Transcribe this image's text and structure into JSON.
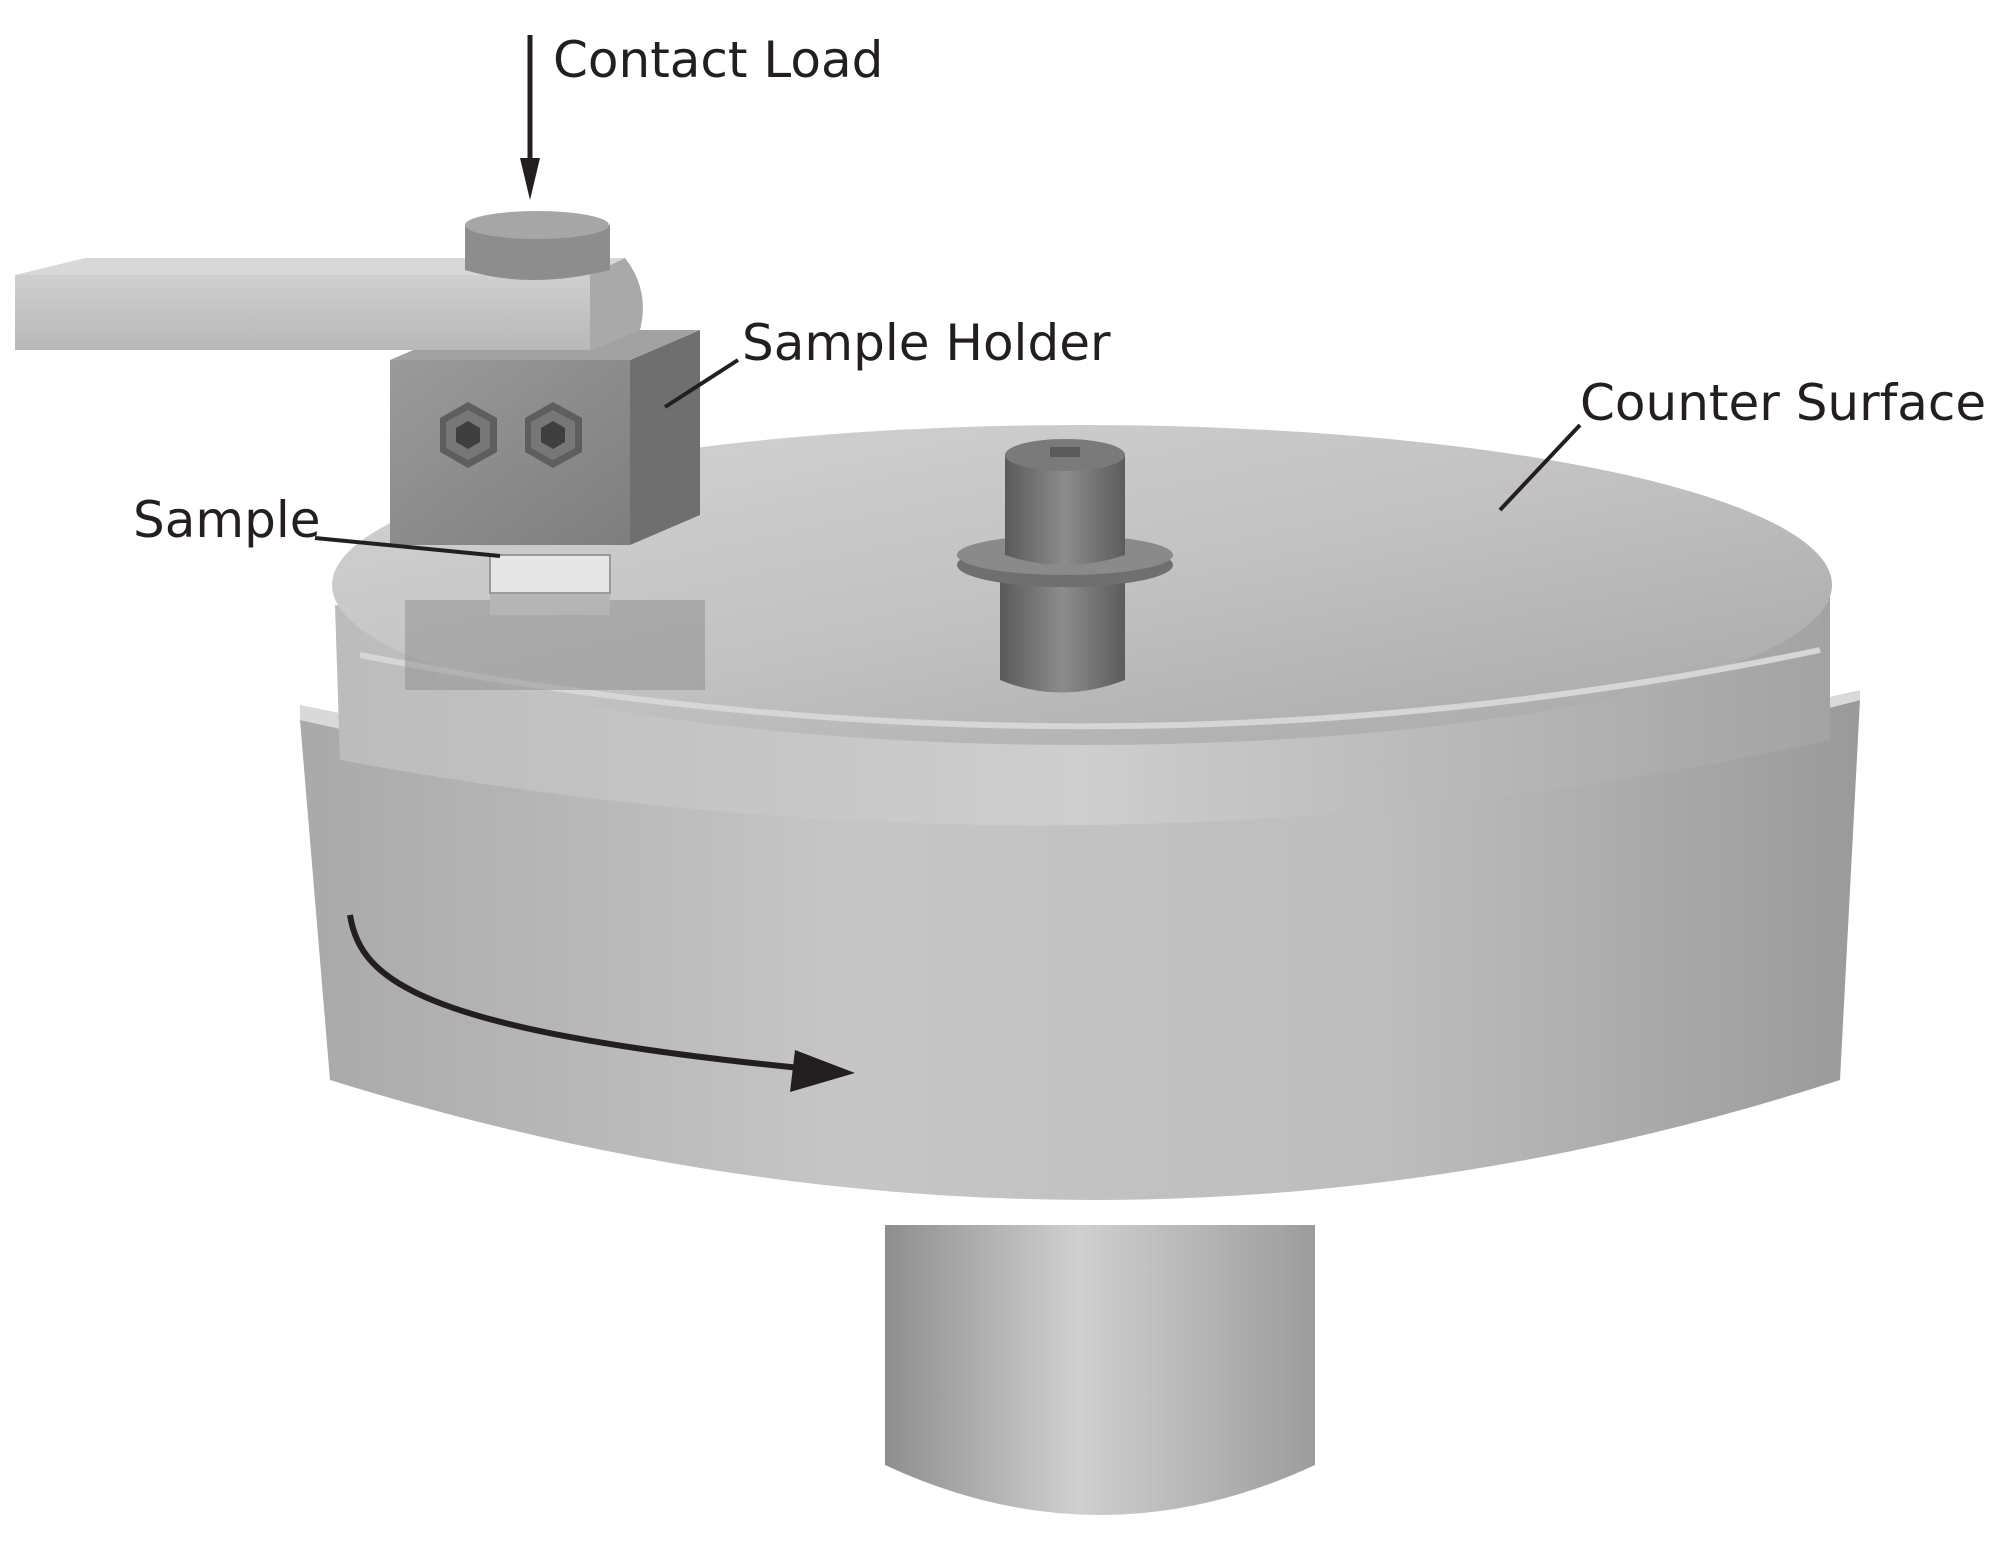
{
  "labels": {
    "contact_load": "Contact Load",
    "sample_holder": "Sample Holder",
    "counter_surface": "Counter Surface",
    "sample": "Sample"
  },
  "colors": {
    "line": "#231f20",
    "disk_light": "#c9c9c9",
    "disk_mid": "#b3b3b3",
    "disk_dark": "#8f8f8f",
    "metal_block": "#8a8a8a"
  },
  "icons": {
    "rotation": "curved-arrow-right-icon",
    "load": "arrow-down-icon"
  }
}
